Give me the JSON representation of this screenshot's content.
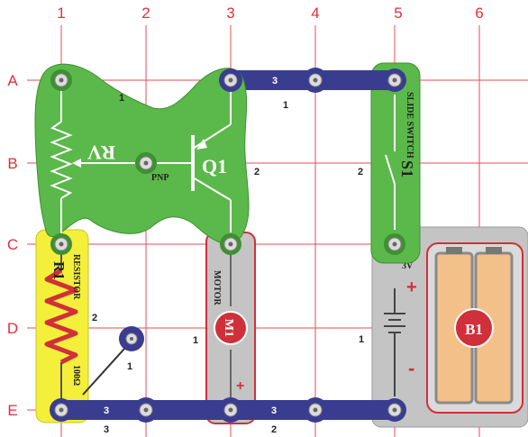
{
  "columns": [
    "1",
    "2",
    "3",
    "4",
    "5",
    "6"
  ],
  "rows": [
    "A",
    "B",
    "C",
    "D",
    "E"
  ],
  "colors": {
    "grid": "#e03038",
    "wire": "#3a3d8f",
    "green_part": "#5bb84a",
    "resistor_body": "#f3ef3a",
    "holder_gray": "#c8c8c8",
    "battery_cell": "#f4c089"
  },
  "parts": {
    "rv": {
      "label": "RV",
      "level": "1"
    },
    "q1": {
      "label": "Q1",
      "type": "PNP",
      "level": "2"
    },
    "s1": {
      "label": "S1",
      "name": "SLIDE SWITCH",
      "level": "2"
    },
    "r1": {
      "label": "R1",
      "name": "RESISTOR",
      "value": "100Ω",
      "level": "2"
    },
    "m1": {
      "label": "M1",
      "name": "MOTOR",
      "plus": "+",
      "level": "1"
    },
    "b1": {
      "label": "B1",
      "voltage": "3V",
      "plus": "+",
      "minus": "-",
      "level": "1"
    },
    "jumper": {
      "level": "1"
    },
    "wire_top": {
      "size": "3",
      "level": "1"
    },
    "wire_bottom_left": {
      "size": "3",
      "level": "3"
    },
    "wire_bottom_right": {
      "size": "3",
      "level": "2"
    }
  }
}
